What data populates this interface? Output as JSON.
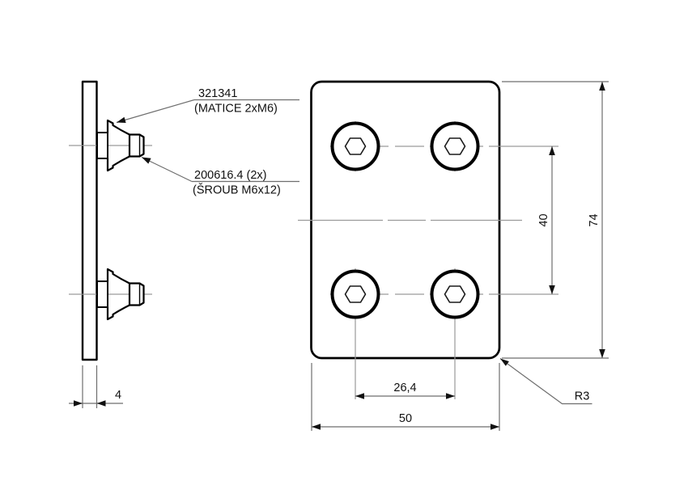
{
  "drawing": {
    "background": "#ffffff",
    "outline_color": "#000000",
    "thin_line_color": "#6e6e6e",
    "centerline_color": "#9a9a9a",
    "text_color": "#111111",
    "callouts": {
      "nut": {
        "code": "321341",
        "desc": "(MATICE 2xM6)"
      },
      "screw": {
        "code": "200616.4 (2x)",
        "desc": "(ŠROUB M6x12)"
      },
      "corner_radius": "R3"
    },
    "dimensions": {
      "plate_thickness": "4",
      "hole_spacing_x": "26,4",
      "plate_width": "50",
      "hole_spacing_y": "40",
      "plate_height": "74"
    }
  }
}
